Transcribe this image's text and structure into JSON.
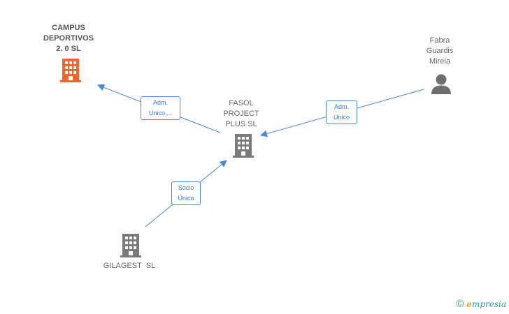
{
  "colors": {
    "edge": "#4a86d4",
    "company": "#7a7a7a",
    "focus_company": "#f26530",
    "person": "#6e6e6e"
  },
  "nodes": {
    "campus": {
      "name": "CAMPUS\nDEPORTIVOS\n2. 0  SL",
      "icon": "building-icon"
    },
    "fasol": {
      "name": "FASOL\nPROJECT\nPLUS SL",
      "icon": "building-icon"
    },
    "fabra": {
      "name": "Fabra\nGuardis\nMireia",
      "icon": "person-icon"
    },
    "gilagest": {
      "name": "GILAGEST  SL",
      "icon": "building-icon"
    }
  },
  "edges": [
    {
      "from": "fasol",
      "to": "campus",
      "label": "Adm.\nUnico,..."
    },
    {
      "from": "fabra",
      "to": "fasol",
      "label": "Adm.\nUnico"
    },
    {
      "from": "gilagest",
      "to": "fasol",
      "label": "Socio\nÚnico"
    }
  ],
  "brand": {
    "symbol": "©",
    "initial": "e",
    "rest": "mpresia"
  }
}
